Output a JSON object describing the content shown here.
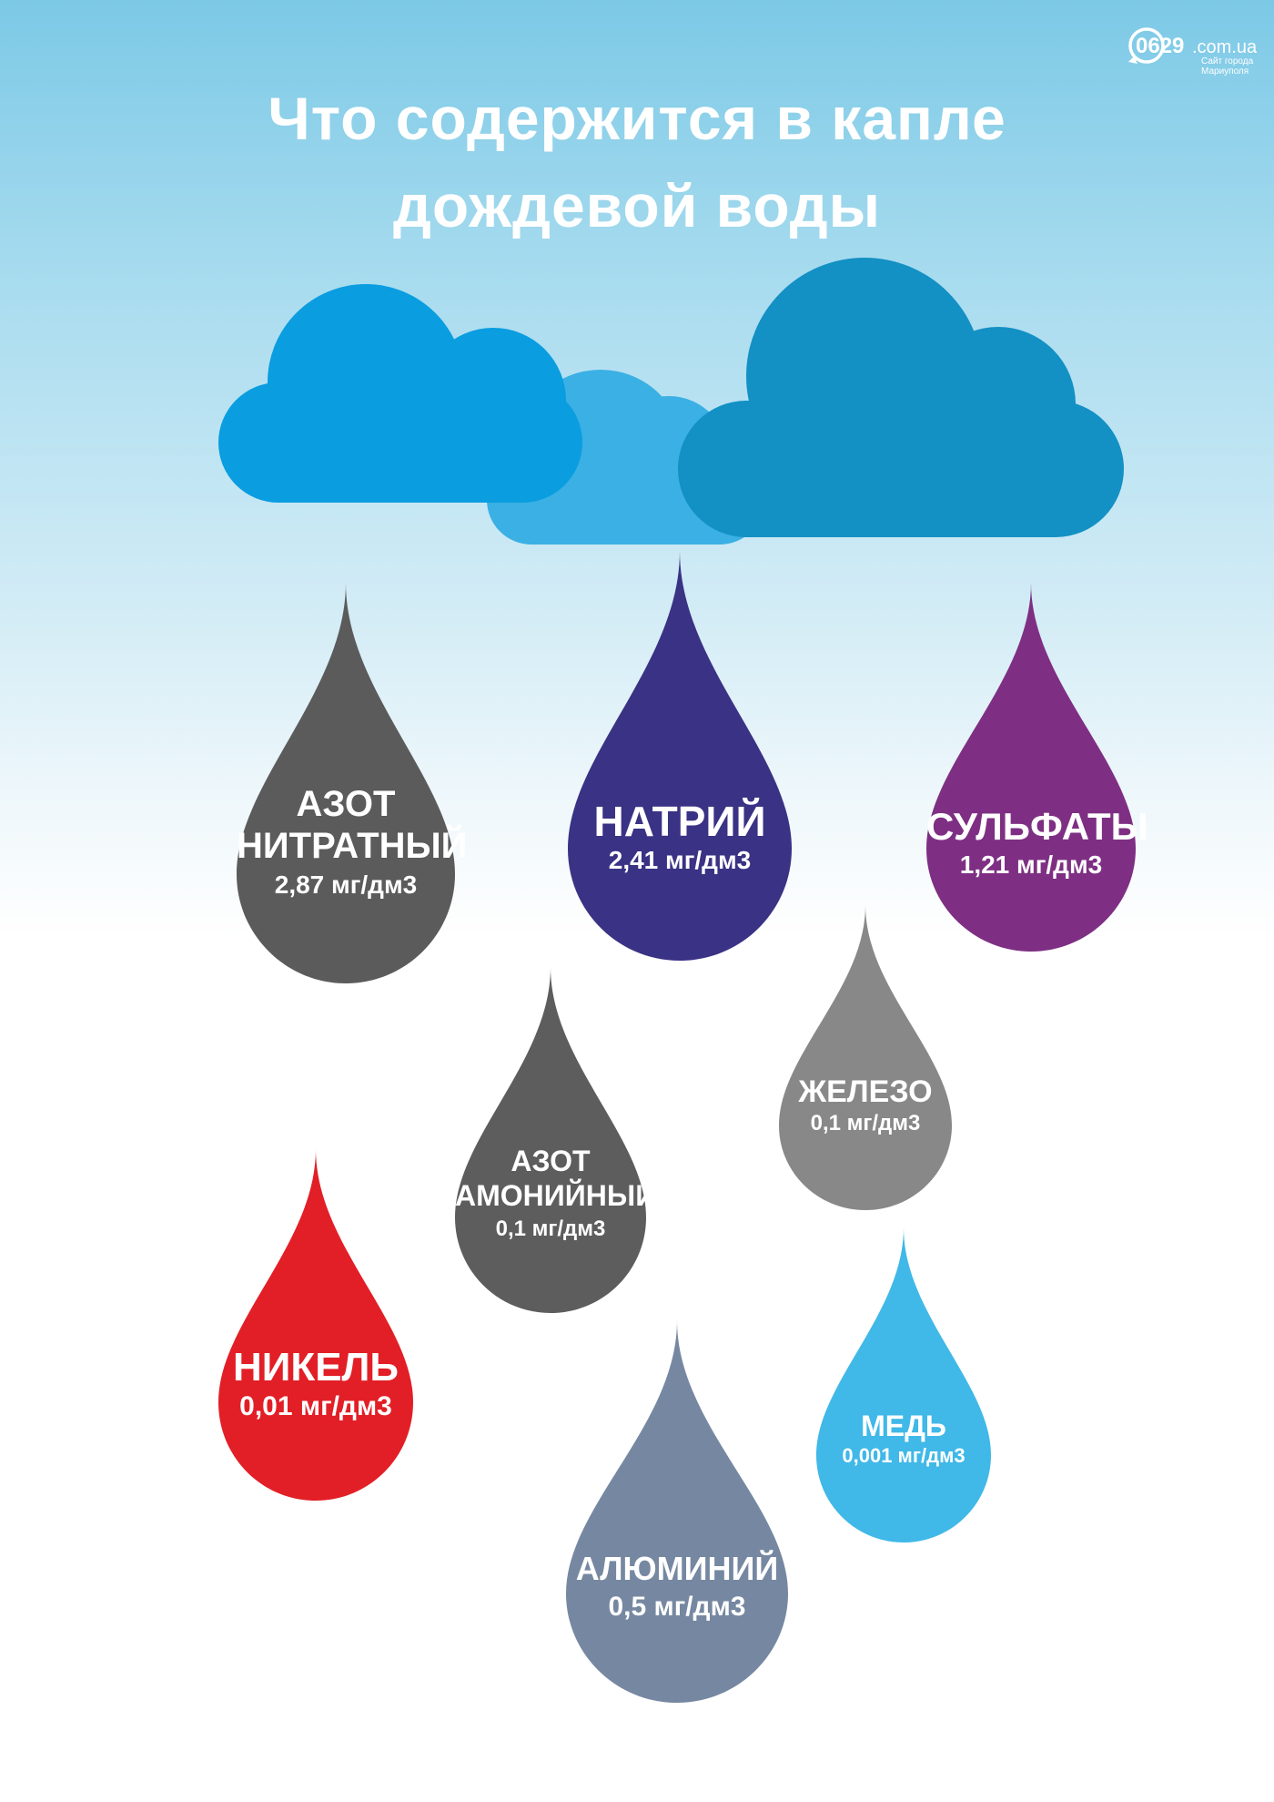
{
  "header": {
    "title_line1": "Что содержится в капле",
    "title_line2": "дождевой воды"
  },
  "logo": {
    "name": "0629",
    "domain": ".com.ua",
    "tagline_line1": "Сайт города",
    "tagline_line2": "Мариуполя"
  },
  "colors": {
    "cloud_left": "#0a9de0",
    "cloud_middle": "#3bb0e4",
    "cloud_right": "#1390c4",
    "azot_nitratny": "#5b5b5b",
    "natriy": "#3a3284",
    "sulfaty": "#7e2f83",
    "zhelezo": "#888888",
    "azot_amoniyny": "#5d5d5d",
    "nikel": "#e21f26",
    "med": "#40b8e8",
    "alyuminiy": "#7688a1"
  },
  "drops": [
    {
      "key": "azot_nitratny",
      "name_lines": [
        "АЗОТ",
        "НИТРАТНЫЙ"
      ],
      "value": "2,87 мг/дм3"
    },
    {
      "key": "natriy",
      "name_lines": [
        "НАТРИЙ"
      ],
      "value": "2,41 мг/дм3"
    },
    {
      "key": "sulfaty",
      "name_lines": [
        "СУЛЬФАТЫ"
      ],
      "value": "1,21 мг/дм3"
    },
    {
      "key": "zhelezo",
      "name_lines": [
        "ЖЕЛЕЗО"
      ],
      "value": "0,1 мг/дм3"
    },
    {
      "key": "azot_amoniyny",
      "name_lines": [
        "АЗОТ",
        "АМОНИЙНЫЙ"
      ],
      "value": "0,1 мг/дм3"
    },
    {
      "key": "nikel",
      "name_lines": [
        "НИКЕЛЬ"
      ],
      "value": "0,01 мг/дм3"
    },
    {
      "key": "med",
      "name_lines": [
        "МЕДЬ"
      ],
      "value": "0,001 мг/дм3"
    },
    {
      "key": "alyuminiy",
      "name_lines": [
        "АЛЮМИНИЙ"
      ],
      "value": "0,5 мг/дм3"
    }
  ]
}
